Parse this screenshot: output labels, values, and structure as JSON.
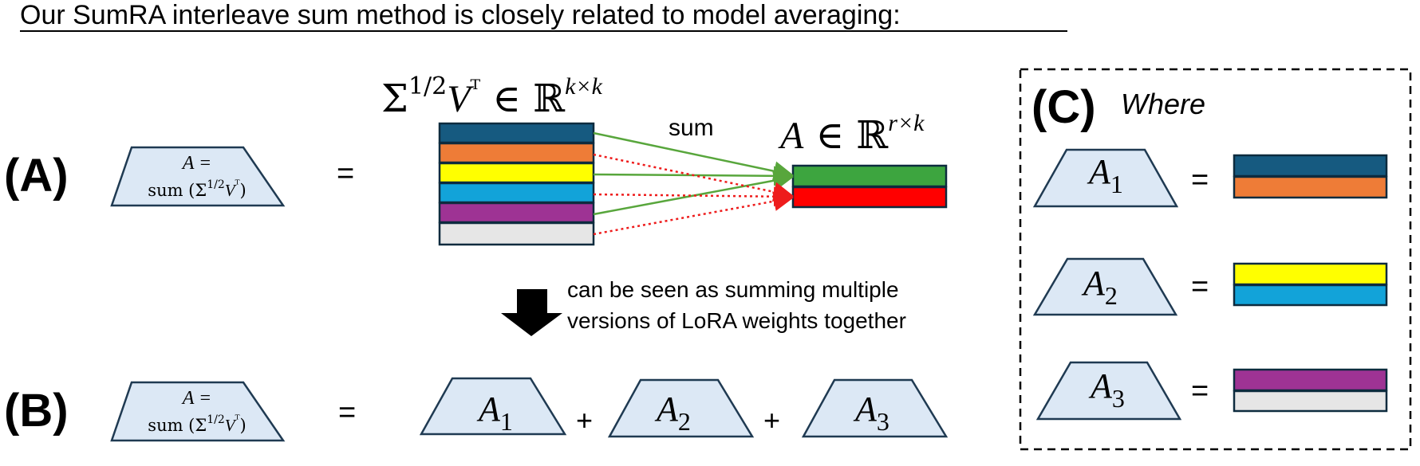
{
  "headline": "Our SumRA interleave sum method is closely related to model averaging:",
  "labels": {
    "a": "(A)",
    "b": "(B)",
    "c": "(C)",
    "where": "Where"
  },
  "equals": "=",
  "plus": "+",
  "sum_label": "sum",
  "sigma_matrix": {
    "base": "Σ",
    "exp": "1/2",
    "v": "V",
    "t": "ᵀ",
    "in": " ∈ ℝ",
    "dim": "k×k"
  },
  "a_matrix": {
    "base": "A",
    "in": " ∈ ℝ",
    "dim": "r×k"
  },
  "trap_formula": {
    "line1": "A =",
    "fn": "sum (Σ",
    "exp": "1/2",
    "v": "V",
    "t": "ᵀ",
    "close": ")"
  },
  "note": {
    "line1": "can be seen as summing multiple",
    "line2": "versions of LoRA weights together"
  },
  "a_terms": [
    {
      "base": "A",
      "sub": "1"
    },
    {
      "base": "A",
      "sub": "2"
    },
    {
      "base": "A",
      "sub": "3"
    }
  ],
  "colors": {
    "dark_teal": "#165A80",
    "orange": "#EE7C37",
    "yellow": "#FFFF00",
    "sky_blue": "#12A3D9",
    "purple": "#9E3394",
    "light_gray": "#E6E6E6",
    "green": "#3DA53F",
    "red": "#FF0000",
    "trapezoid_fill": "#DCE8F5",
    "trapezoid_stroke": "#1F3A52",
    "green_arrow": "#58A63C",
    "red_arrow": "#EE1C1C"
  }
}
